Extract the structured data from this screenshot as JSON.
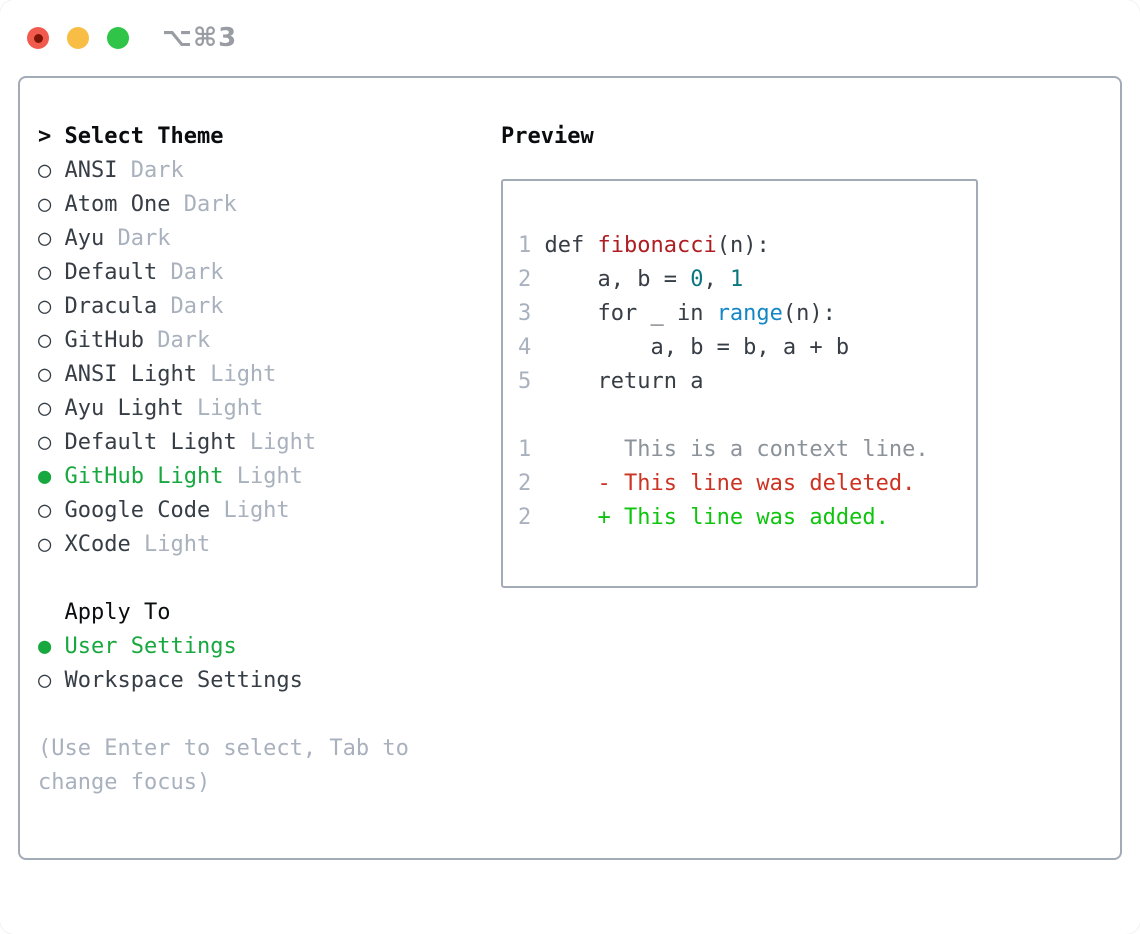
{
  "titlebar": {
    "shortcut": "⌥⌘3"
  },
  "colors": {
    "fg": "#363d45",
    "header": "#0a0c0e",
    "muted": "#a8b1bd",
    "context": "#8b9299",
    "accent-green": "#17a83f",
    "diff-green": "#0fc40f",
    "diff-red": "#cd3322",
    "code-red": "#ad1d21",
    "code-blue": "#1486c5",
    "code-teal": "#0a767e",
    "border": "#a3abb6",
    "tl-red": "#f15b4d",
    "tl-red-dot": "#7d1405",
    "tl-yellow": "#f8bd45",
    "tl-green": "#30c548",
    "shortcut": "#999da3"
  },
  "theme_picker": {
    "prompt": ">",
    "title": "Select Theme",
    "radio_unselected": "○",
    "radio_selected": "●",
    "items": [
      {
        "name": "ANSI",
        "tag": "Dark",
        "selected": false
      },
      {
        "name": "Atom One",
        "tag": "Dark",
        "selected": false
      },
      {
        "name": "Ayu",
        "tag": "Dark",
        "selected": false
      },
      {
        "name": "Default",
        "tag": "Dark",
        "selected": false
      },
      {
        "name": "Dracula",
        "tag": "Dark",
        "selected": false
      },
      {
        "name": "GitHub",
        "tag": "Dark",
        "selected": false
      },
      {
        "name": "ANSI Light",
        "tag": "Light",
        "selected": false
      },
      {
        "name": "Ayu Light",
        "tag": "Light",
        "selected": false
      },
      {
        "name": "Default Light",
        "tag": "Light",
        "selected": false
      },
      {
        "name": "GitHub Light",
        "tag": "Light",
        "selected": true
      },
      {
        "name": "Google Code",
        "tag": "Light",
        "selected": false
      },
      {
        "name": "XCode",
        "tag": "Light",
        "selected": false
      }
    ]
  },
  "apply_to": {
    "title": "Apply To",
    "options": [
      {
        "label": "User Settings",
        "selected": true
      },
      {
        "label": "Workspace Settings",
        "selected": false
      }
    ]
  },
  "hint": "(Use Enter to select, Tab to change focus)",
  "preview": {
    "title": "Preview",
    "code_lines": [
      {
        "num": "1",
        "segments": [
          {
            "t": "def ",
            "c": "fg"
          },
          {
            "t": "fibonacci",
            "c": "red"
          },
          {
            "t": "(n):",
            "c": "fg"
          }
        ]
      },
      {
        "num": "2",
        "segments": [
          {
            "t": "    a, b = ",
            "c": "fg"
          },
          {
            "t": "0",
            "c": "teal"
          },
          {
            "t": ", ",
            "c": "fg"
          },
          {
            "t": "1",
            "c": "teal"
          }
        ]
      },
      {
        "num": "3",
        "segments": [
          {
            "t": "    for _ in ",
            "c": "fg"
          },
          {
            "t": "range",
            "c": "blue"
          },
          {
            "t": "(n):",
            "c": "fg"
          }
        ]
      },
      {
        "num": "4",
        "segments": [
          {
            "t": "        a, b = b, a + b",
            "c": "fg"
          }
        ]
      },
      {
        "num": "5",
        "segments": [
          {
            "t": "    return a",
            "c": "fg"
          }
        ]
      }
    ],
    "diff_lines": [
      {
        "num": "1",
        "marker": " ",
        "text": "This is a context line.",
        "kind": "context"
      },
      {
        "num": "2",
        "marker": "-",
        "text": "This line was deleted.",
        "kind": "deleted"
      },
      {
        "num": "2",
        "marker": "+",
        "text": "This line was added.",
        "kind": "added"
      }
    ]
  }
}
